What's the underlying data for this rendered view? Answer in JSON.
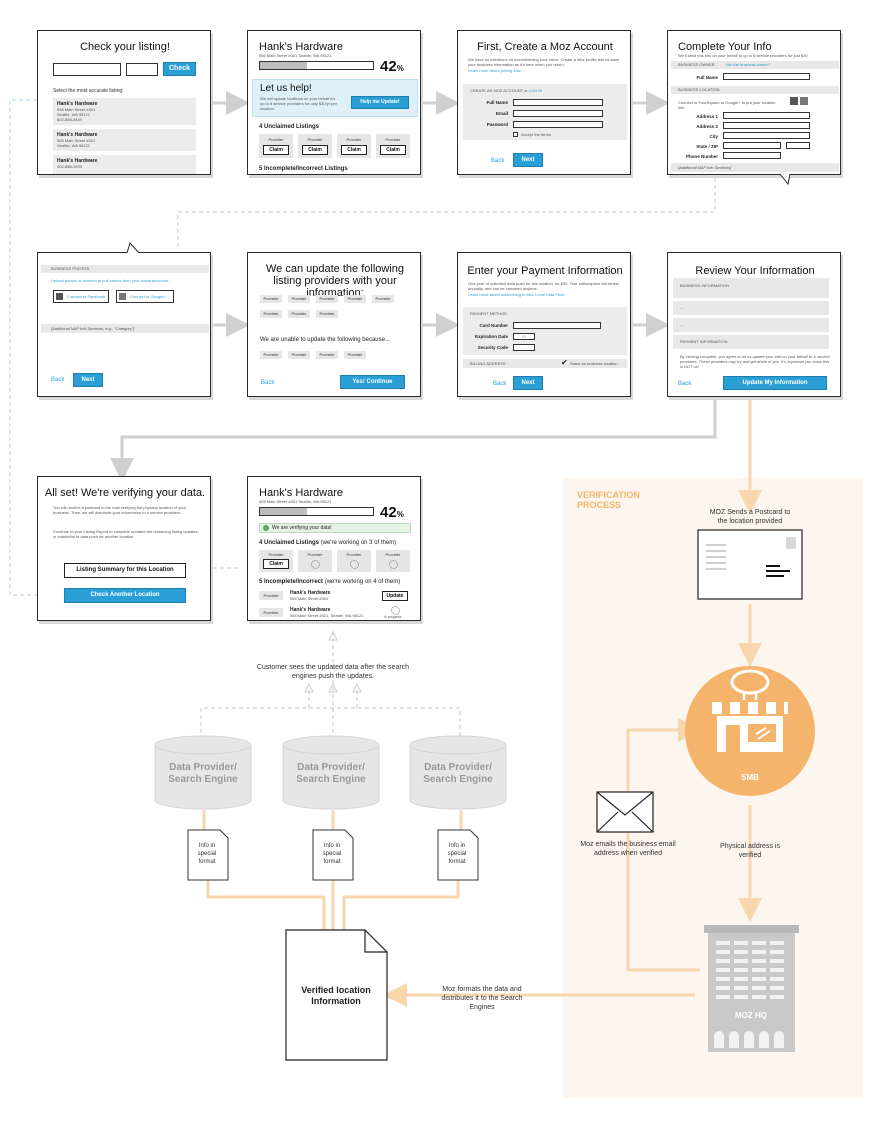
{
  "s1": {
    "title": "Check your listing!",
    "check_btn": "Check",
    "select_label": "Select the most accurate listing:",
    "listings": [
      {
        "name": "Hank's Hardware",
        "l1": "555 Main Street #301",
        "l2": "Seattle, WA 98121",
        "l3": "802-888-3459"
      },
      {
        "name": "Hank's Hardware",
        "l1": "555 Main Street #321",
        "l2": "Seattle, WA 98121",
        "l3": ""
      },
      {
        "name": "Hank's Hardware",
        "l1": "302-886-3459",
        "l2": "",
        "l3": ""
      }
    ]
  },
  "s2": {
    "title": "Hank's Hardware",
    "address": "555 Main Street #301 Seattle, WA 98121",
    "pct": "42",
    "pct_sign": "%",
    "help_title": "Let us help!",
    "help_text": "We will update locations on your behalf for up to 8 service providers for only $30/yr per location.",
    "help_btn": "Help me Update!",
    "unclaimed": "4 Unclaimed Listings",
    "provider": "Provider",
    "claim": "Claim",
    "incomplete": "5 Incomplete/Incorrect Listings"
  },
  "s3": {
    "title": "First, Create a Moz Account",
    "text": "We have no intentions on overwhelming your inbox. Create a Moz profile lets us save your business information as it's here when you return.",
    "learn": "Learn more about joining Moz.",
    "create_label": "CREATE AN MOZ ACCOUNT or",
    "login": "LOG IN",
    "full_name": "Full Name",
    "email": "Email",
    "password": "Password",
    "accept": "Accept the terms",
    "back": "Back",
    "next": "Next"
  },
  "s4": {
    "title": "Complete Your Info",
    "sub": "We'll send this info on your behalf to up to 8 service providers for just $30",
    "owner": "BUSINESS OWNER",
    "not_owner": "Not the business owner?",
    "full_name": "Full Name",
    "location": "BUSINESS LOCATION",
    "connect": "Connect to FourSquare or Google+ to put your location info",
    "addr1": "Address 1",
    "addr2": "Address 2",
    "city": "City",
    "state": "State / ZIP",
    "phone": "Phone Number",
    "additional": "[Additional NAP Info Sections]"
  },
  "s5": {
    "photos": "BUSINESS PHOTOS",
    "upload": "Upload photos or connect to pull photos from your social accounts:",
    "fb": "Connect to Facebook",
    "gp": "Connect to Google+",
    "additional": "[Additional NAP Info Sections, e.g., \"Category\"]",
    "back": "Back",
    "next": "Next"
  },
  "s6": {
    "title": "We can update the following listing providers with your information:",
    "provider": "Provider",
    "unable": "We are unable to update the following because...",
    "back": "Back",
    "continue": "Yes! Continue"
  },
  "s7": {
    "title": "Enter your Payment Information",
    "text": "One year of unlimited data push for this location, for $30. Your subscription will renew annually, and can be canceled anytime.",
    "learn": "Learn more about subscribing to Moz Local Data Push.",
    "method": "PAYMENT METHOD",
    "card": "Card Number",
    "exp": "Expiration Date",
    "sec": "Security Code",
    "billing": "BILLING ADDRESS",
    "same": "Same as business location",
    "back": "Back",
    "next": "Next"
  },
  "s8": {
    "title": "Review Your Information",
    "biz": "BUSINESS INFORMATION",
    "dots": "...",
    "payment": "PAYMENT INFORMATION",
    "terms": "By clicking complete, you agree to let us update your info on your behalf to X service providers. These providers may try and get ahold of you. It's important you know this is NOT us!",
    "back": "Back",
    "update": "Update My Information"
  },
  "s9": {
    "title": "All set! We're verifying your data.",
    "p1": "You will receive a postcard in the mail verifying the physical location of your business. Then, we will distribute your information to # service providers.",
    "p2": "Continue to your Listing Report to complete updated the remaining listing updates, or subscribe to data push for another location.",
    "summary": "Listing Summary for this Location",
    "another": "Check Another Location"
  },
  "s10": {
    "title": "Hank's Hardware",
    "address": "555 Main Street #301 Seattle, WA 98121",
    "pct": "42",
    "pct_sign": "%",
    "verifying": "We are verifying your data!",
    "unclaimed": "4 Unclaimed Listings",
    "unclaimed_note": "(we're working on 3 of them)",
    "provider": "Provider",
    "claim": "Claim",
    "incomplete": "5 Incomplete/Incorrect",
    "incomplete_note": "(we're working on 4 of them)",
    "rows": [
      {
        "name": "Hank's Hardware",
        "addr": "555 Main Street #301"
      },
      {
        "name": "Hank's Hardware",
        "addr": "555 Main Street #321, Seattle, WA 98121"
      }
    ],
    "update": "Update",
    "in_progress": "in progress"
  },
  "flow": {
    "customer_note": "Customer sees the updated data after the search engines push the updates.",
    "provider_label": "Data Provider/ Search Engine",
    "info_format": "Info in special format",
    "verified_doc": "Verified location Information",
    "moz_formats": "Moz formats the data and distributes it to the Search Engines",
    "moz_emails": "Moz emails the business email address when verified",
    "physical": "Physical address is verified",
    "postcard_note": "MOZ Sends a Postcard to the location provided",
    "verification_title": "VERIFICATION PROCESS",
    "smb": "SMB",
    "mozhq": "MOZ HQ"
  },
  "colors": {
    "accent_blue": "#2a9fd6",
    "orange": "#f5b46b",
    "orange_line": "#f8d6ae",
    "verif_bg": "#fdf6ee"
  }
}
